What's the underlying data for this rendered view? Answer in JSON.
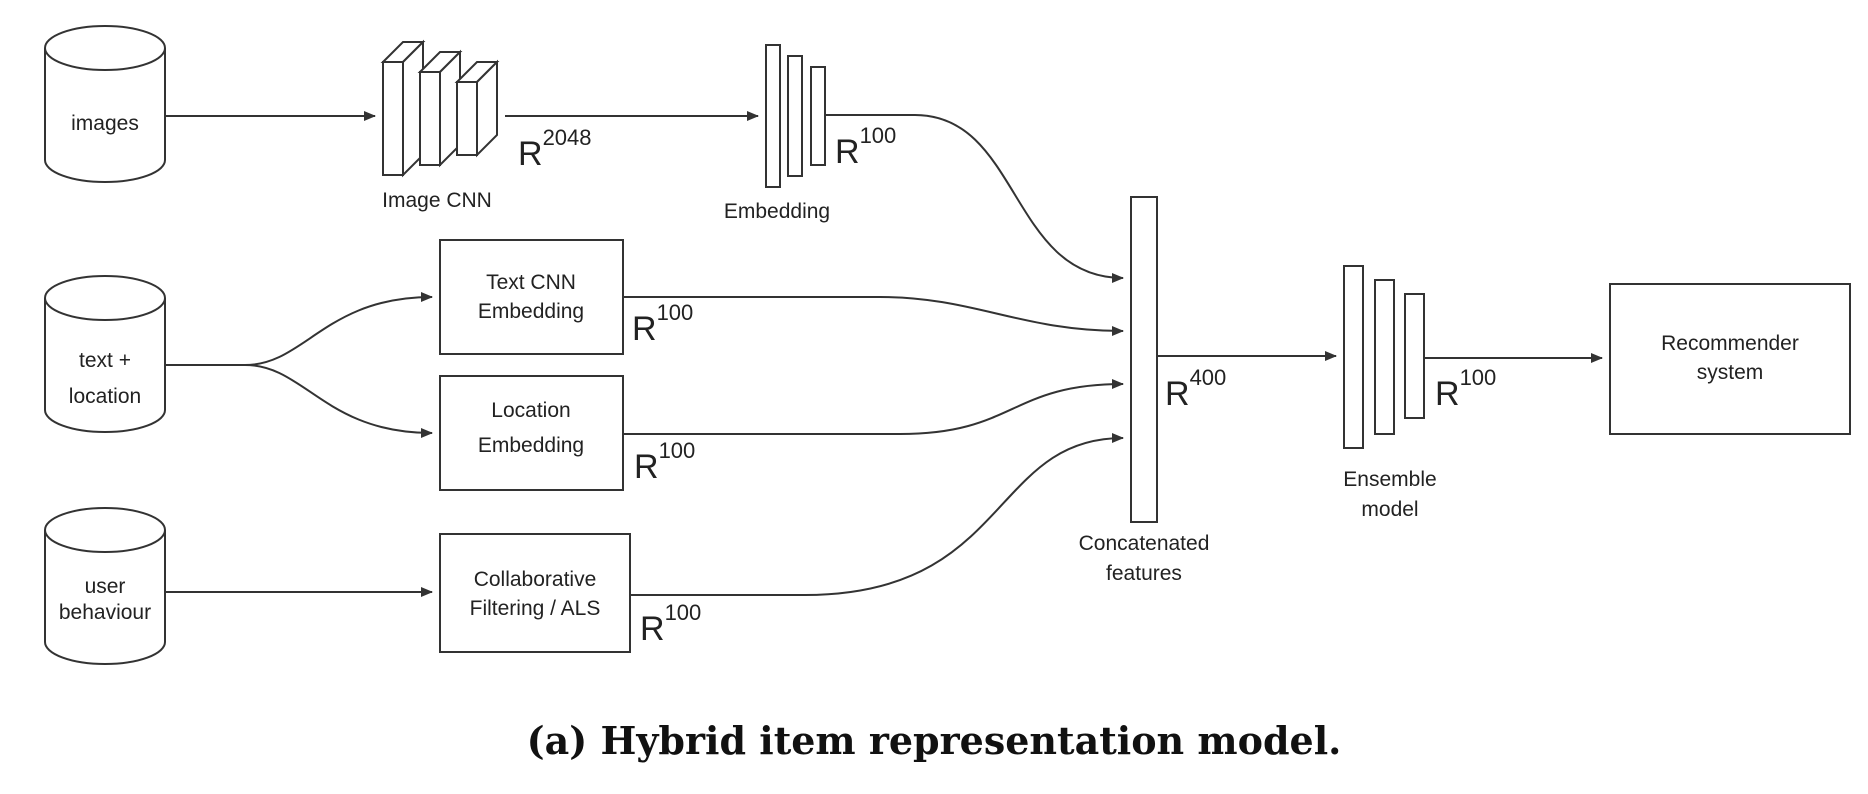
{
  "sources": {
    "images": "images",
    "text_location": [
      "text +",
      "location"
    ],
    "user_behaviour": [
      "user",
      "behaviour"
    ]
  },
  "blocks": {
    "image_cnn": "Image CNN",
    "embedding": "Embedding",
    "text_cnn": [
      "Text CNN",
      "Embedding"
    ],
    "location": [
      "Location",
      "Embedding"
    ],
    "cf": [
      "Collaborative",
      "Filtering / ALS"
    ],
    "concat": [
      "Concatenated",
      "features"
    ],
    "ensemble": [
      "Ensemble",
      "model"
    ],
    "recommender": [
      "Recommender",
      "system"
    ]
  },
  "dims": {
    "base": "R",
    "d2048": "2048",
    "d100": "100",
    "d400": "400"
  },
  "caption": "(a) Hybrid item representation model.",
  "colors": {
    "stroke": "#333333",
    "text": "#222222"
  }
}
